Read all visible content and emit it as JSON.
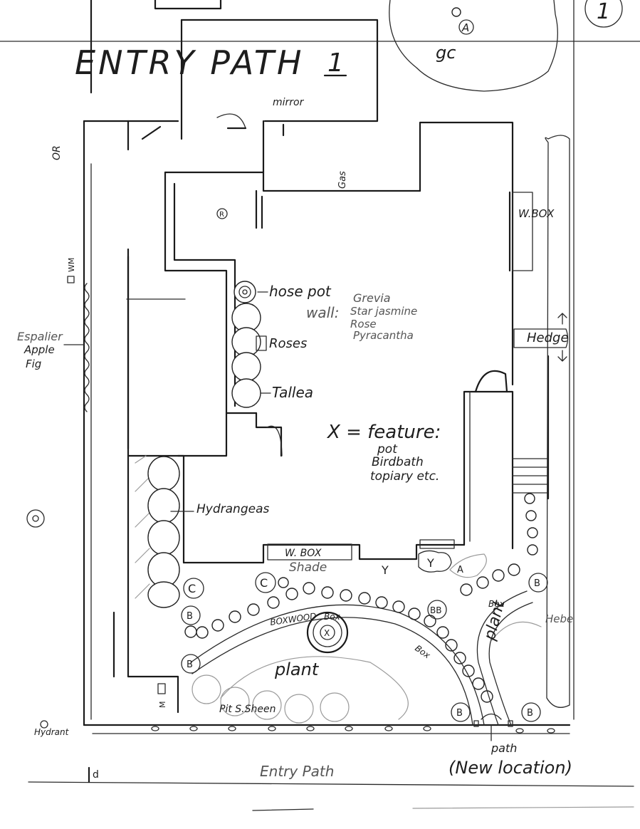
{
  "title": "ENTRY PATH",
  "page_number": "1",
  "corner_number": "1",
  "labels": {
    "mirror": "mirror",
    "gas": "Gas",
    "wbox_right": "W.BOX",
    "wbox_bottom": "W. BOX",
    "hose_pot": "hose pot",
    "wall": "wall:",
    "wall_plants": [
      "Grevia",
      "Star jasmine",
      "Rose",
      "Pyracantha"
    ],
    "roses": "Roses",
    "tallea": "Tallea",
    "hedge": "Hedge",
    "feature_line1": "X = feature:",
    "feature_line2": "pot",
    "feature_line3": "Birdbath",
    "feature_line4": "topiary etc.",
    "hydrangeas": "Hydrangeas",
    "shade": "Shade",
    "espalier": "Espalier",
    "espalier_items": [
      "Apple",
      "Fig"
    ],
    "or": "OR",
    "wm": "WM",
    "boxwood": "BOXWOOD",
    "box": "Box",
    "box_right": "Box",
    "plant_left": "plant",
    "plant_right": "plant",
    "hebe": "Hebe",
    "pit_sheen": "Pit S.Sheen",
    "hydrant": "Hydrant",
    "path": "path",
    "new_location": "(New location)",
    "entry_path": "Entry Path",
    "gc": "gc",
    "a_tree": "A",
    "r_mark": "R",
    "m_mark": "M",
    "d_mark": "d"
  },
  "markers": {
    "X": "X",
    "B": "B",
    "BB": "BB",
    "C": "C",
    "Y": "Y",
    "A": "A"
  }
}
